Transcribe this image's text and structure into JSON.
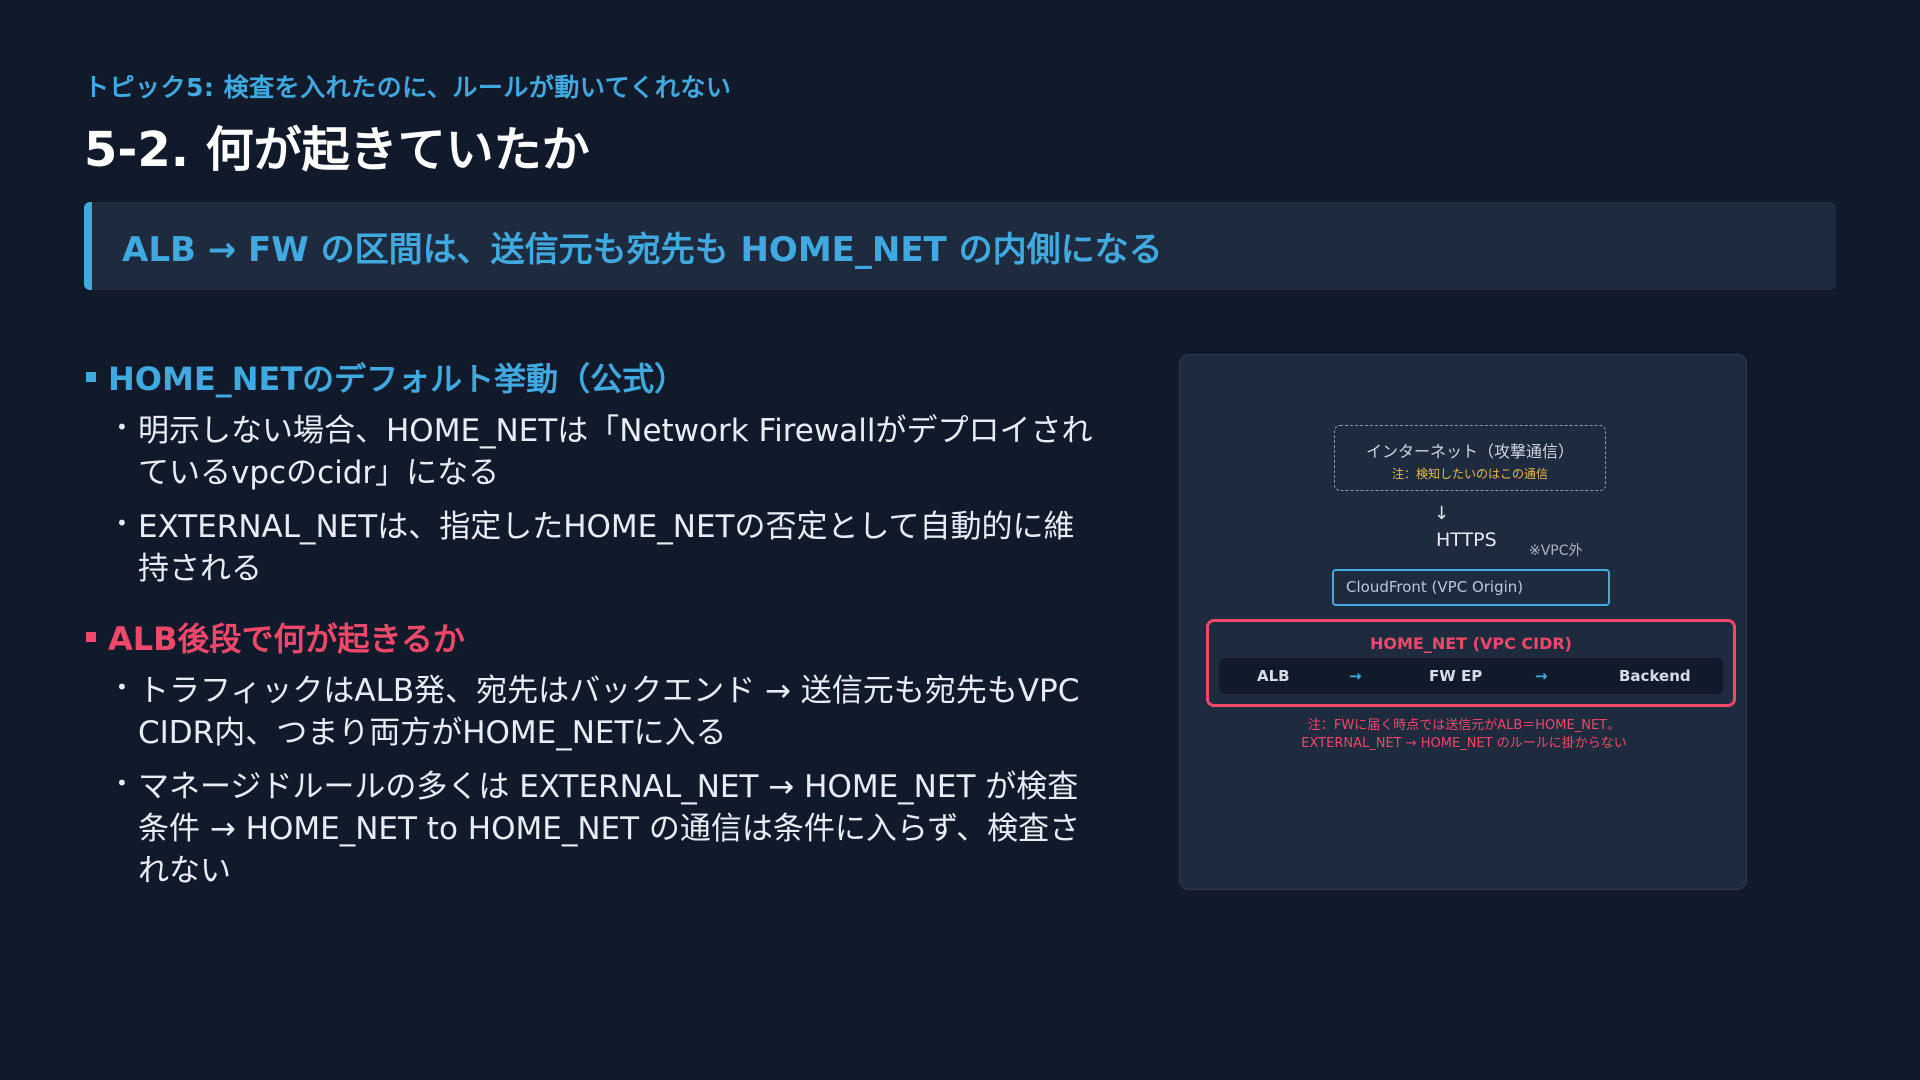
{
  "header": {
    "topic": "トピック5: 検査を入れたのに、ルールが動いてくれない",
    "title": "5-2. 何が起きていたか"
  },
  "callout": {
    "text": "ALB → FW の区間は、送信元も宛先も HOME_NET の内側になる"
  },
  "sections": [
    {
      "heading": "HOME_NETのデフォルト挙動（公式）",
      "bullets": [
        "明示しない場合、HOME_NETは「Network Firewallがデプロイされているvpcのcidr」になる",
        "EXTERNAL_NETは、指定したHOME_NETの否定として自動的に維持される"
      ]
    },
    {
      "heading": "ALB後段で何が起きるか",
      "bullets": [
        "トラフィックはALB発、宛先はバックエンド → 送信元も宛先もVPC CIDR内、つまり両方がHOME_NETに入る",
        "マネージドルールの多くは EXTERNAL_NET → HOME_NET が検査条件 → HOME_NET to HOME_NET の通信は条件に入らず、検査されない"
      ]
    }
  ],
  "diagram": {
    "internet_title": "インターネット（攻撃通信）",
    "internet_note": "注：検知したいのはこの通信",
    "arrow": "↓",
    "https": "HTTPS",
    "vpc_outside": "※VPC外",
    "cloudfront": "CloudFront (VPC Origin)",
    "homenet_title": "HOME_NET (VPC CIDR)",
    "flow": {
      "alb": "ALB",
      "arrow1": "→",
      "fwep": "FW EP",
      "arrow2": "→",
      "backend": "Backend"
    },
    "note_line1": "注：FWに届く時点では送信元がALB＝HOME_NET。",
    "note_line2": "EXTERNAL_NET → HOME_NET のルールに掛からない"
  },
  "colors": {
    "background": "#111a2b",
    "accent_blue": "#3fa9e0",
    "accent_red": "#f0486a",
    "note_yellow": "#e8b94a"
  }
}
